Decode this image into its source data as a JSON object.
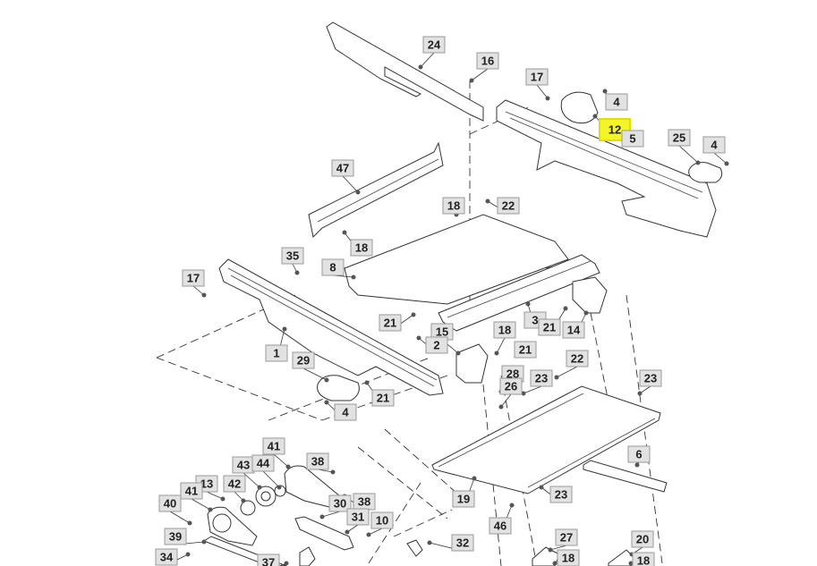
{
  "diagram": {
    "type": "exploded parts diagram",
    "highlighted_callout": "12",
    "highlight_color": "#f4f42a",
    "callouts": [
      "24",
      "16",
      "17",
      "4",
      "12",
      "5",
      "25",
      "4",
      "47",
      "18",
      "22",
      "18",
      "35",
      "8",
      "17",
      "21",
      "15",
      "18",
      "3",
      "21",
      "14",
      "2",
      "21",
      "1",
      "29",
      "22",
      "28",
      "23",
      "26",
      "23",
      "21",
      "4",
      "6",
      "41",
      "38",
      "43",
      "44",
      "13",
      "42",
      "41",
      "40",
      "30",
      "38",
      "19",
      "23",
      "31",
      "10",
      "46",
      "39",
      "27",
      "20",
      "32",
      "34",
      "37",
      "18",
      "18"
    ]
  }
}
